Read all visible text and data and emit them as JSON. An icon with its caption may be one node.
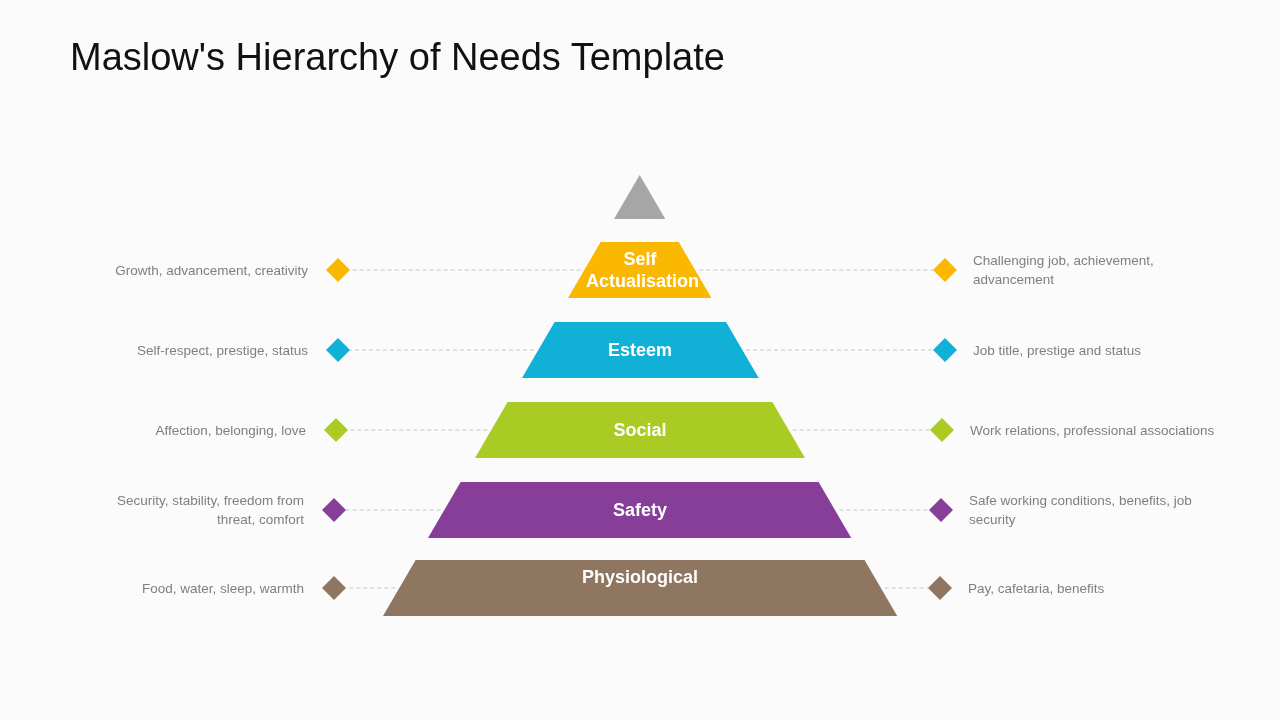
{
  "diagram": {
    "title": "Maslow's Hierarchy of Needs Template",
    "nodes": [
      {
        "text": [],
        "shape": "triangle"
      },
      {
        "text": [],
        "shape": "diamond",
        "beside": [
          "Growth,  advancement, creativity"
        ]
      },
      {
        "text": [
          "Self Actualisation"
        ]
      },
      {
        "text": [],
        "shape": "diamond",
        "beside": [
          "Challenging job, achievement, advancement"
        ]
      },
      {
        "text": [],
        "shape": "diamond",
        "beside": [
          "Self-respect, prestige, status"
        ]
      },
      {
        "text": [
          "Esteem"
        ]
      },
      {
        "text": [],
        "shape": "diamond",
        "beside": [
          "Job title, prestige and status"
        ]
      },
      {
        "text": [],
        "shape": "diamond",
        "beside": [
          "Affection, belonging, love"
        ]
      },
      {
        "text": [
          "Social"
        ]
      },
      {
        "text": [],
        "shape": "diamond",
        "beside": [
          "Work relations, professional associations"
        ]
      },
      {
        "text": [],
        "shape": "diamond",
        "beside": [
          "Security, stability, freedom from threat, comfort"
        ]
      },
      {
        "text": [
          "Safety"
        ]
      },
      {
        "text": [],
        "shape": "diamond",
        "beside": [
          "Safe working conditions, benefits, job security"
        ]
      },
      {
        "text": [],
        "shape": "diamond",
        "beside": [
          "Food, water, sleep, warmth"
        ]
      },
      {
        "text": [
          "Physiological"
        ]
      },
      {
        "text": [],
        "shape": "diamond",
        "beside": [
          "Pay, cafetaria, benefits"
        ]
      }
    ],
    "edges": [
      {
        "from": 2,
        "to": 1,
        "arrow": "none",
        "style": "dashed"
      },
      {
        "from": 2,
        "to": 3,
        "arrow": "none",
        "style": "dashed"
      },
      {
        "from": 5,
        "to": 4,
        "arrow": "none",
        "style": "dashed"
      },
      {
        "from": 5,
        "to": 6,
        "arrow": "none",
        "style": "dashed"
      },
      {
        "from": 8,
        "to": 7,
        "arrow": "none",
        "style": "dashed"
      },
      {
        "from": 8,
        "to": 9,
        "arrow": "none",
        "style": "dashed"
      },
      {
        "from": 11,
        "to": 10,
        "arrow": "none",
        "style": "dashed"
      },
      {
        "from": 11,
        "to": 12,
        "arrow": "none",
        "style": "dashed"
      },
      {
        "from": 14,
        "to": 13,
        "arrow": "none",
        "style": "dashed"
      },
      {
        "from": 14,
        "to": 15,
        "arrow": "none",
        "style": "dashed"
      }
    ]
  }
}
